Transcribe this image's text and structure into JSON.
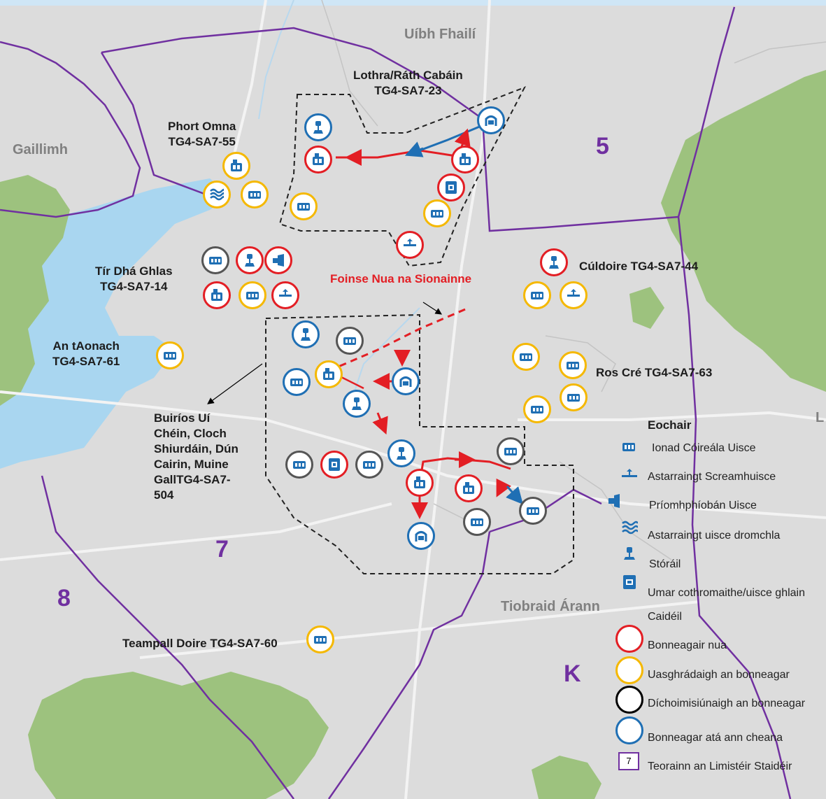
{
  "colors": {
    "new": "#e31e24",
    "upgrade": "#f5b800",
    "decommission": "#555555",
    "existing": "#1f6fb4",
    "boundary": "#7030a0",
    "water": "#a9d6f0",
    "forest": "#9dc27e"
  },
  "counties": {
    "offaly": "Uíbh Fhailí",
    "galway": "Gaillimh",
    "tipperary": "Tiobraid Árann",
    "right_edge": "L"
  },
  "zones": {
    "z5": "5",
    "z7": "7",
    "z8": "8",
    "zK": "K"
  },
  "schemes": {
    "lorrha": "Lothra/Ráth Cabáin\nTG4-SA7-23",
    "portumna": "Phort Omna\nTG4-SA7-55",
    "terryglass": "Tír Dhá Ghlas\nTG4-SA7-14",
    "nenagh": "An tAonach\nTG4-SA7-61",
    "borrisokane": "Buiríos Uí\nChéin, Cloch\nShiurdáin, Dún\nCairin, Muine\nGallTG4-SA7-\n504",
    "coolderry": "Cúldoire TG4-SA7-44",
    "roscrea": "Ros Cré TG4-SA7-63",
    "templederry": "Teampall Doire TG4-SA7-60"
  },
  "pipeline_title": "Foinse Nua na Sionainne",
  "legend": {
    "title": "Eochair",
    "items": [
      {
        "label": "Ionad Cóireála Uisce",
        "icon": "treatment-plant-icon"
      },
      {
        "label": "Astarraingt Screamhuisce",
        "icon": "groundwater-abstraction-icon"
      },
      {
        "label": "Príomhphíobán Uisce",
        "icon": "trunk-main-icon"
      },
      {
        "label": "Astarraingt uisce dromchla",
        "icon": "surface-water-abstraction-icon"
      },
      {
        "label": "Stóráil",
        "icon": "storage-icon"
      },
      {
        "label": "Umar cothromaithe/uisce ghlain",
        "icon": "reservoir-icon"
      },
      {
        "label": "Caidéil",
        "icon": "pump-icon"
      }
    ],
    "status": [
      {
        "label": "Bonneagair nua",
        "color": "#e31e24"
      },
      {
        "label": "Uasghrádaigh an bonneagar",
        "color": "#f5b800"
      },
      {
        "label": "Díchoimisiúnaigh an bonneagar",
        "color": "#000000"
      },
      {
        "label": "Bonneagar atá ann cheana",
        "color": "#1f6fb4"
      }
    ],
    "boundary": {
      "label": "Teorainn an Limistéir Staidéir",
      "box_text": "7"
    }
  }
}
